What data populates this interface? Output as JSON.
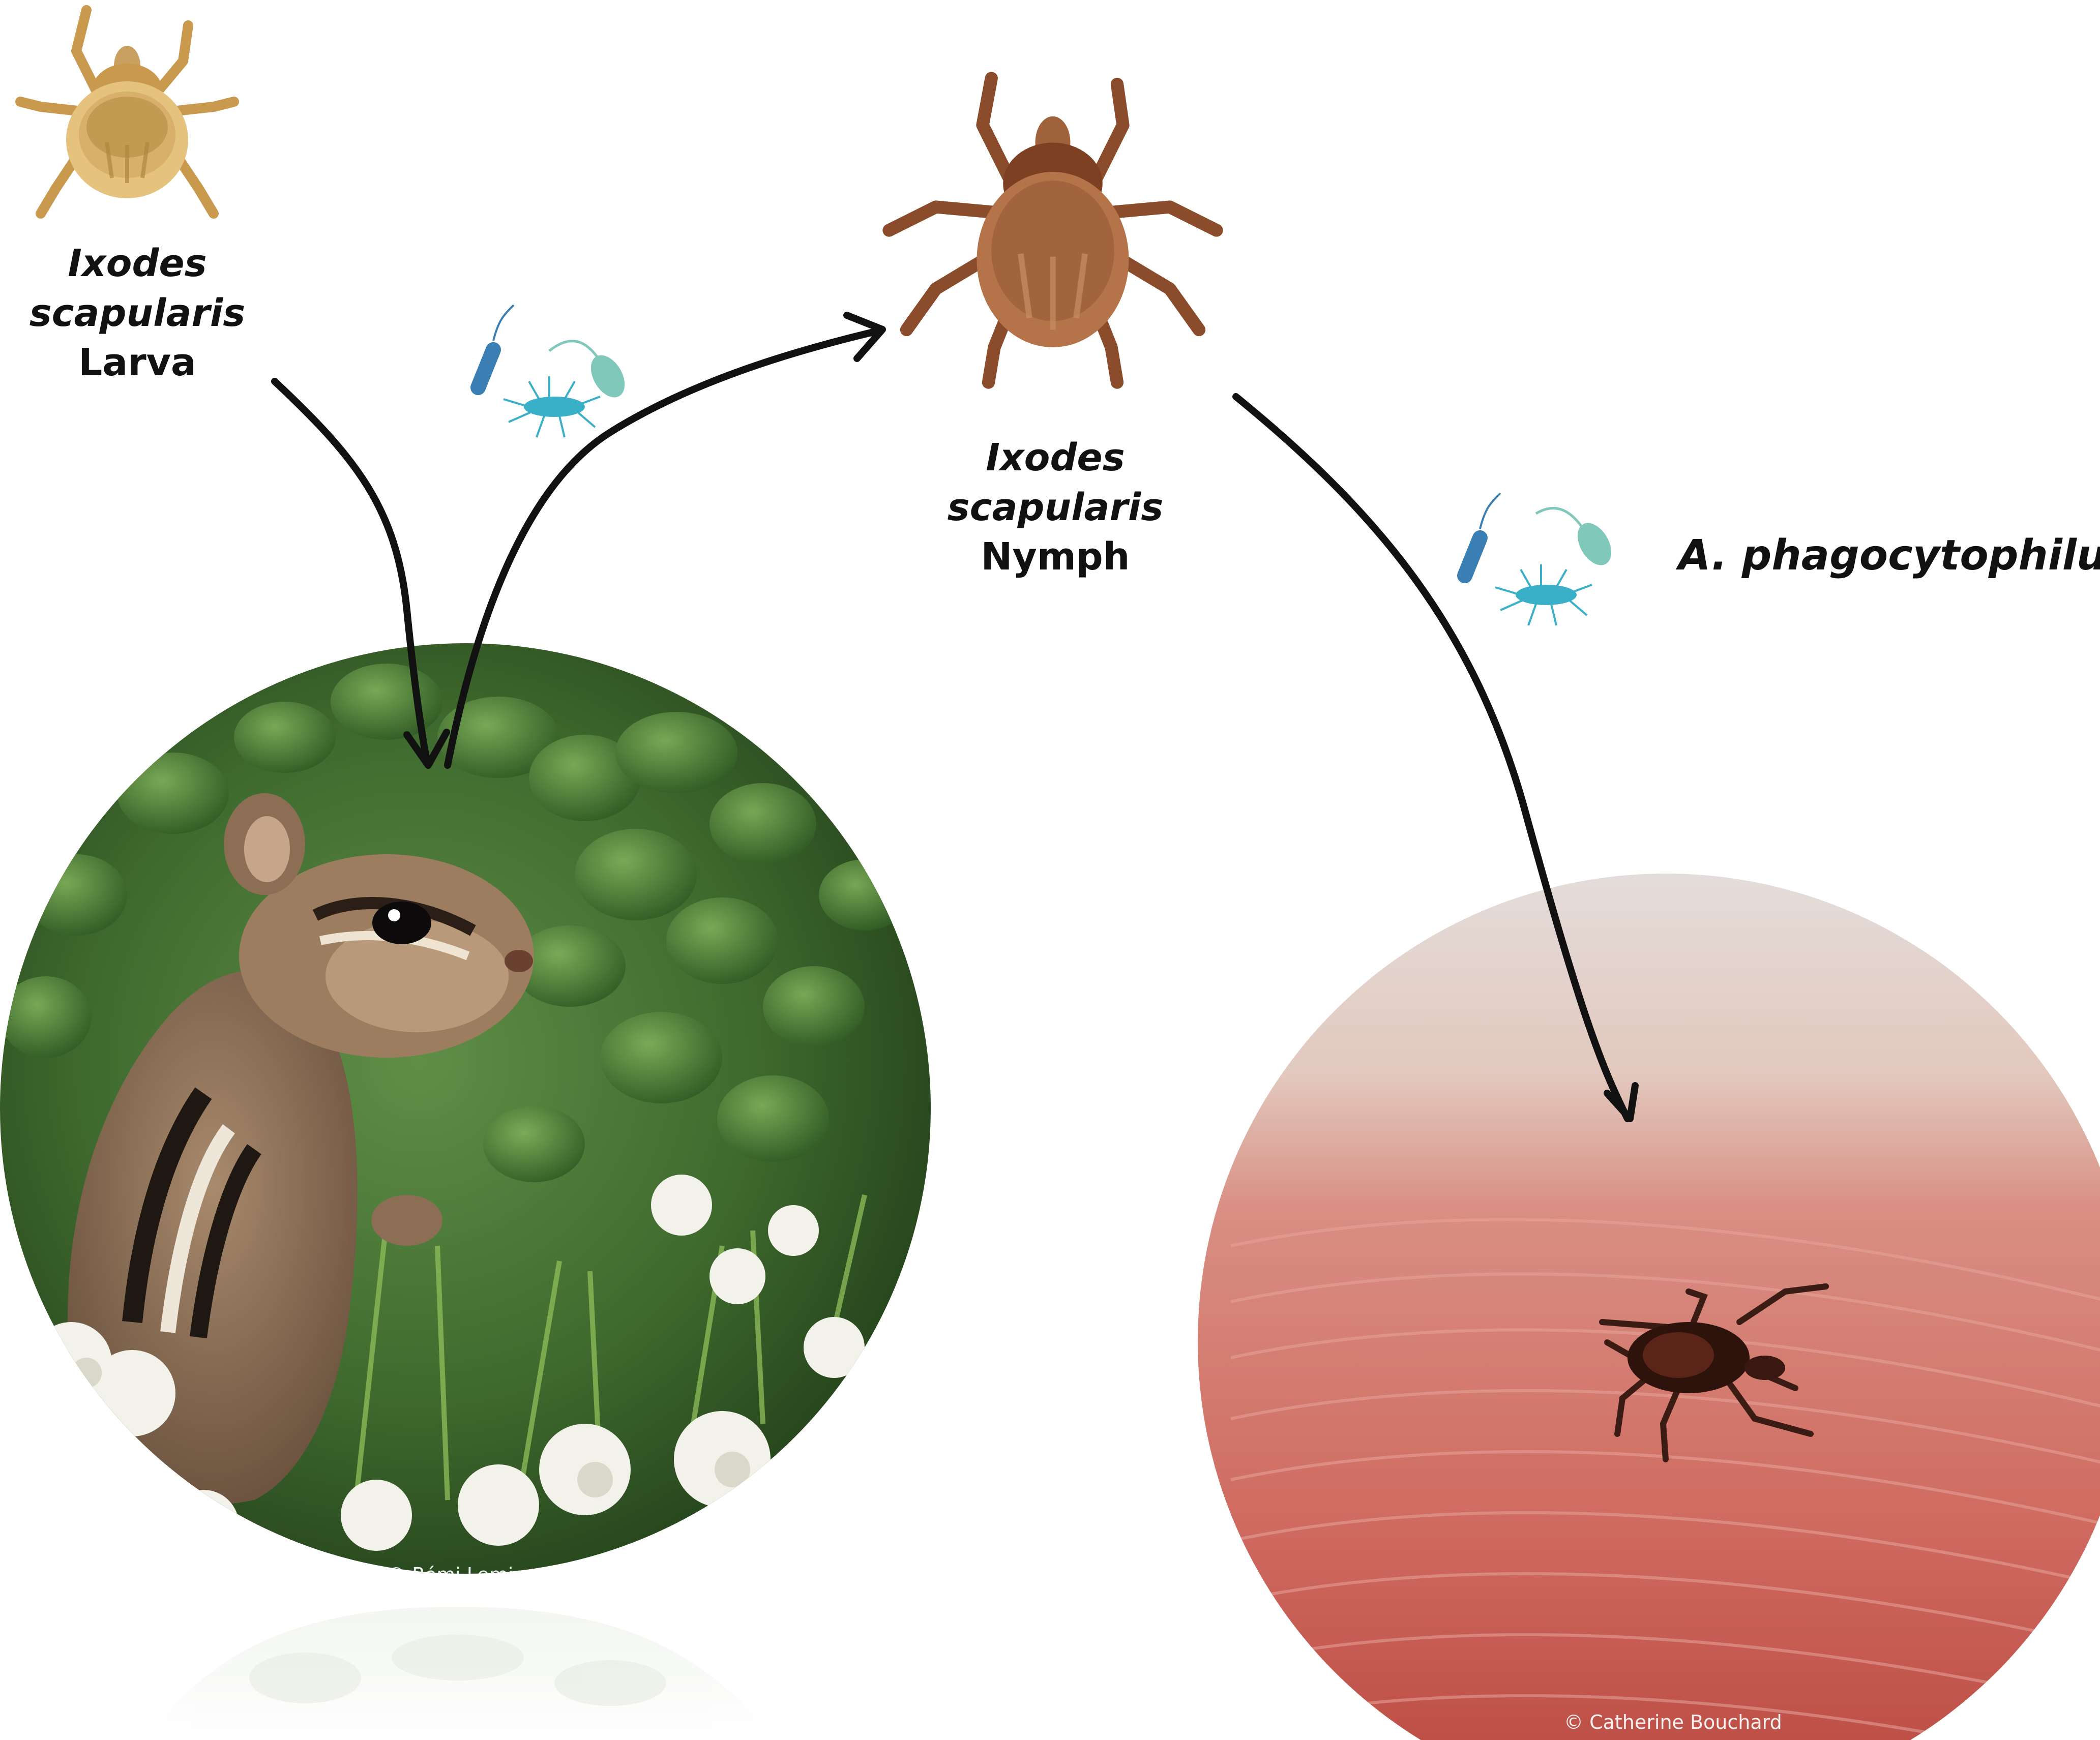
{
  "larva": {
    "genus": "Ixodes",
    "species": "scapularis",
    "stage": "Larva",
    "color": "#d9b46e"
  },
  "nymph": {
    "genus": "Ixodes",
    "species": "scapularis",
    "stage": "Nymph",
    "color": "#9a5a35"
  },
  "pathogen": {
    "name": "A. phagocytophilum",
    "icon": "bacteria-cluster-icon"
  },
  "photos": {
    "chipmunk_credit": "© Rémi Lemieux",
    "finger_credit": "© Catherine Bouchard"
  },
  "colors": {
    "arrow": "#111111",
    "bacteria_blue": "#3a7fb3",
    "bacteria_teal": "#7fc8bb",
    "bacteria_cyan": "#3ab0c8"
  }
}
